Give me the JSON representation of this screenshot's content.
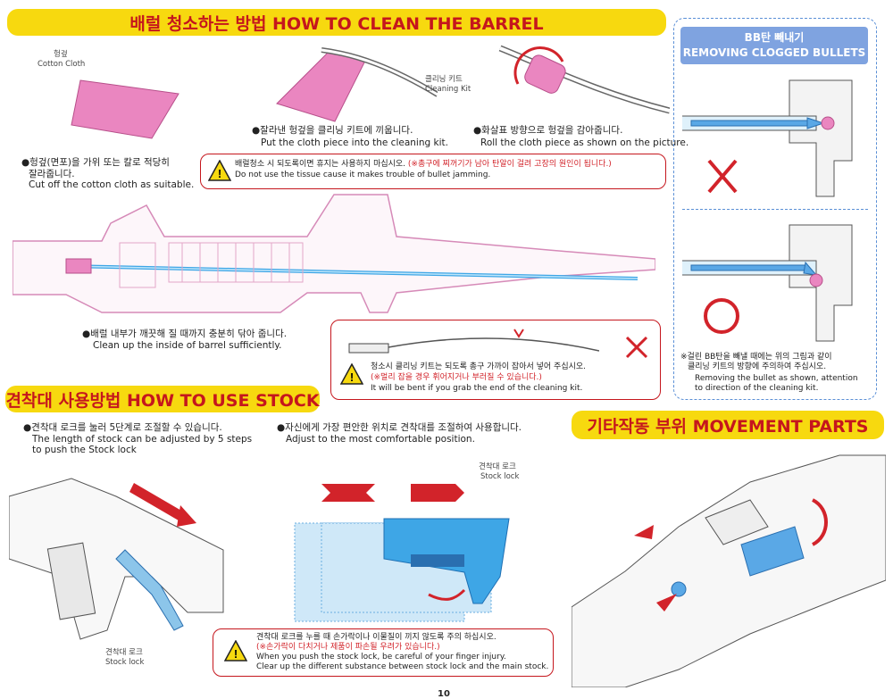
{
  "barrel": {
    "header": "배럴 청소하는 방법 HOW TO CLEAN THE BARREL",
    "cloth_label_kr": "헝겊",
    "cloth_label_en": "Cotton Cloth",
    "kit_label_kr": "클리닝 키트",
    "kit_label_en": "Cleaning Kit",
    "step1_kr": "●헝겊(면포)을 가위 또는 칼로 적당히",
    "step1_kr2": "잘라줍니다.",
    "step1_en": "Cut off the cotton cloth as suitable.",
    "step2_kr": "●잘라낸 헝겊을 클리닝 키트에 끼웁니다.",
    "step2_en": "Put the cloth piece into the cleaning kit.",
    "step3_kr": "●화살표 방향으로 헝겊을 감아줍니다.",
    "step3_en": "Roll the cloth piece as shown on the picture.",
    "warn1_kr": "배럴청소 시 되도록이면 휴지는 사용하지 마십시오.",
    "warn1_kr_red": "(※총구에 찌꺼기가 남아 탄알이 걸려 고장의 원인이 됩니다.)",
    "warn1_en": "Do not use the tissue cause it makes trouble of bullet jamming.",
    "step4_kr": "●배럴 내부가 깨끗해 질 때까지 충분히 닦아 줍니다.",
    "step4_en": "Clean up the inside of barrel sufficiently.",
    "warn2_kr": "청소시 클리닝 키트는 되도록 총구 가까이 잡아서 넣어 주십시오.",
    "warn2_kr_red": "(※멀리 잡을 경우 휘어지거나 부러질 수 있습니다.)",
    "warn2_en": "It will be bent if you grab the end of the cleaning kit."
  },
  "bullets": {
    "header_kr": "BB탄 빼내기",
    "header_en": "REMOVING CLOGGED BULLETS",
    "note_kr": "※걸린 BB탄을 빼낼 때에는 위의 그림과 같이",
    "note_kr2": "클리닝 키트의 방향에 주의하여 주십시오.",
    "note_en": "Removing the bullet as shown, attention",
    "note_en2": "to direction of the cleaning kit."
  },
  "stock": {
    "header": "견착대 사용방법 HOW TO USE STOCK",
    "step1_kr": "●견착대 로크를 눌러 5단계로 조절할 수 있습니다.",
    "step1_en": "The length of stock can be adjusted by 5 steps",
    "step1_en2": "to push the Stock lock",
    "step2_kr": "●자신에게 가장 편안한 위치로 견착대를 조절하여 사용합니다.",
    "step2_en": "Adjust to the most comfortable position.",
    "lock_kr": "견착대 로크",
    "lock_en": "Stock lock",
    "warn_kr": "견착대 로크를 누를 때 손가락이나 이물질이 끼지 않도록 주의 하십시오.",
    "warn_kr_red": "(※손가락이 다치거나 제품이 파손될 우려가 있습니다.)",
    "warn_en": "When you push the stock lock, be careful of your finger injury.",
    "warn_en2": "Clear up the different substance between stock lock and the main stock."
  },
  "movement": {
    "header": "기타작동 부위 MOVEMENT PARTS"
  },
  "page_number": "10",
  "colors": {
    "accent": "#f7d90f",
    "title_red": "#c5161d",
    "pink": "#e06fb0",
    "blue": "#3ea6e6"
  }
}
